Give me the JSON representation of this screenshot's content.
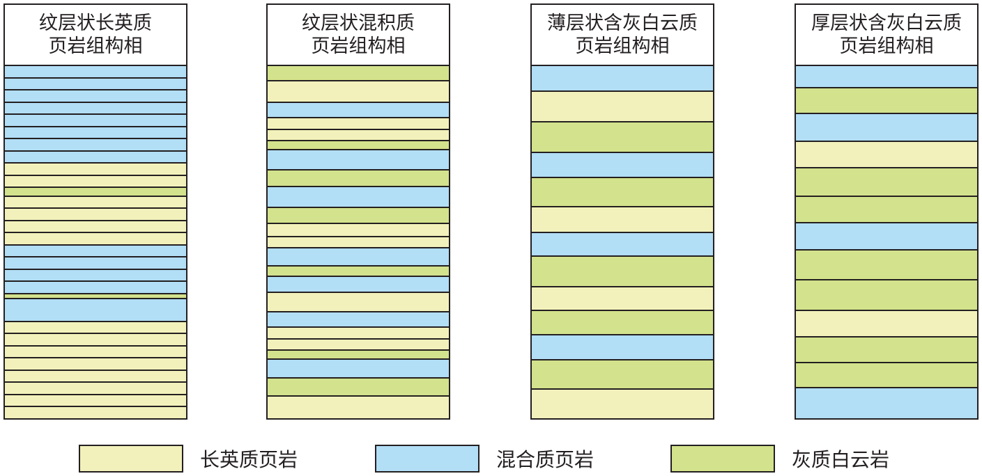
{
  "colors": {
    "Y": "#f2f1bb",
    "B": "#b2def6",
    "G": "#d3e28c"
  },
  "columns": [
    {
      "title_line1": "纹层状长英质",
      "title_line2": "页岩组构相",
      "layers": [
        [
          "B",
          18
        ],
        [
          "B",
          18
        ],
        [
          "B",
          18
        ],
        [
          "B",
          18
        ],
        [
          "B",
          18
        ],
        [
          "B",
          18
        ],
        [
          "B",
          18
        ],
        [
          "B",
          18
        ],
        [
          "Y",
          18
        ],
        [
          "Y",
          18
        ],
        [
          "G",
          12
        ],
        [
          "Y",
          18
        ],
        [
          "Y",
          18
        ],
        [
          "Y",
          18
        ],
        [
          "Y",
          18
        ],
        [
          "B",
          18
        ],
        [
          "B",
          18
        ],
        [
          "B",
          18
        ],
        [
          "B",
          18
        ],
        [
          "G",
          6
        ],
        [
          "B",
          36
        ],
        [
          "Y",
          18
        ],
        [
          "Y",
          18
        ],
        [
          "Y",
          18
        ],
        [
          "Y",
          18
        ],
        [
          "Y",
          18
        ],
        [
          "Y",
          18
        ],
        [
          "Y",
          18
        ],
        [
          "Y",
          18
        ]
      ]
    },
    {
      "title_line1": "纹层状混积质",
      "title_line2": "页岩组构相",
      "layers": [
        [
          "G",
          22
        ],
        [
          "Y",
          32
        ],
        [
          "B",
          22
        ],
        [
          "Y",
          16
        ],
        [
          "Y",
          16
        ],
        [
          "G",
          12
        ],
        [
          "B",
          30
        ],
        [
          "G",
          24
        ],
        [
          "B",
          30
        ],
        [
          "G",
          24
        ],
        [
          "Y",
          18
        ],
        [
          "Y",
          16
        ],
        [
          "B",
          26
        ],
        [
          "G",
          14
        ],
        [
          "B",
          24
        ],
        [
          "Y",
          28
        ],
        [
          "B",
          22
        ],
        [
          "Y",
          16
        ],
        [
          "Y",
          16
        ],
        [
          "G",
          12
        ],
        [
          "B",
          28
        ],
        [
          "G",
          26
        ],
        [
          "Y",
          34
        ]
      ]
    },
    {
      "title_line1": "薄层状含灰白云质",
      "title_line2": "页岩组构相",
      "layers": [
        [
          "B",
          37
        ],
        [
          "Y",
          44
        ],
        [
          "G",
          44
        ],
        [
          "B",
          36
        ],
        [
          "G",
          42
        ],
        [
          "Y",
          36
        ],
        [
          "B",
          34
        ],
        [
          "G",
          44
        ],
        [
          "Y",
          34
        ],
        [
          "G",
          34
        ],
        [
          "B",
          36
        ],
        [
          "G",
          42
        ],
        [
          "Y",
          43
        ]
      ]
    },
    {
      "title_line1": "厚层状含灰白云质",
      "title_line2": "页岩组构相",
      "layers": [
        [
          "B",
          32
        ],
        [
          "G",
          37
        ],
        [
          "B",
          40
        ],
        [
          "Y",
          38
        ],
        [
          "G",
          41
        ],
        [
          "G",
          38
        ],
        [
          "B",
          40
        ],
        [
          "G",
          43
        ],
        [
          "G",
          44
        ],
        [
          "Y",
          38
        ],
        [
          "G",
          38
        ],
        [
          "G",
          36
        ],
        [
          "B",
          45
        ]
      ]
    }
  ],
  "legend": [
    {
      "key": "Y",
      "label": "长英质页岩"
    },
    {
      "key": "B",
      "label": "混合质页岩"
    },
    {
      "key": "G",
      "label": "灰质白云岩"
    }
  ]
}
